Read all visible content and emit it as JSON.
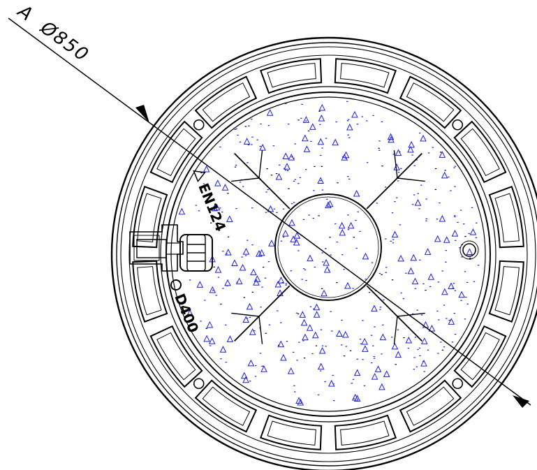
{
  "section_label": {
    "letter": "A",
    "dimension": "Ø850"
  },
  "markings": {
    "standard": "EN124",
    "load_class": "D400"
  },
  "colors": {
    "line": "#000000",
    "concrete_triangles": "#1a1aff",
    "concrete_dots": "#1a1aff",
    "background": "#ffffff"
  },
  "icons": {
    "standard_mark": "triangle-mark-icon",
    "class_mark": "quality-seal-icon"
  }
}
